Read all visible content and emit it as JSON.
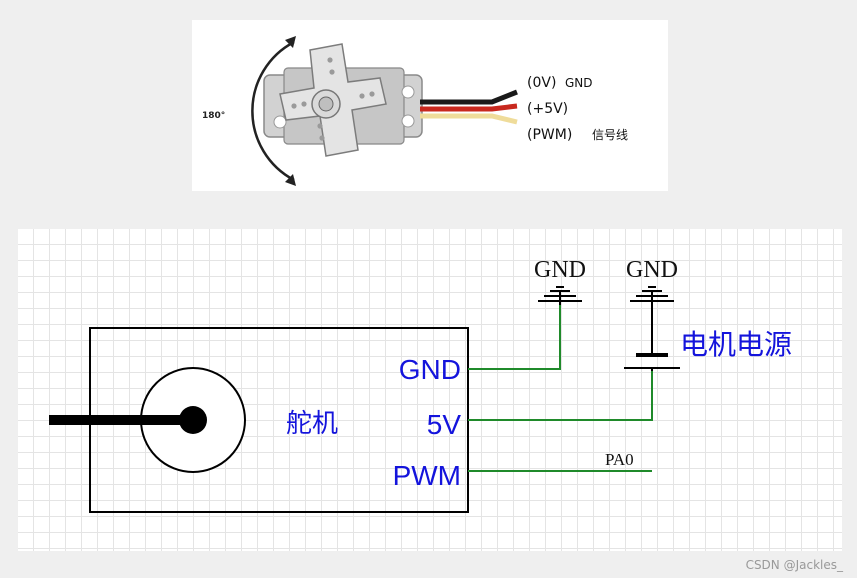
{
  "photo": {
    "angle_label": "180°",
    "wire_gnd_prefix": "(0V)",
    "wire_gnd_suffix": "GND",
    "wire_power": "(+5V)",
    "wire_signal_prefix": "(PWM)",
    "wire_signal_suffix": "信号线",
    "wire_colors": {
      "gnd": "#1a1a1a",
      "power": "#c8281e",
      "signal": "#efdc9a"
    }
  },
  "schematic": {
    "component_label": "舵机",
    "pins": {
      "gnd": "GND",
      "power": "5V",
      "signal": "PWM"
    },
    "ground_symbols": {
      "left": "GND",
      "right": "GND"
    },
    "power_supply_label": "电机电源",
    "net_label": "PA0",
    "colors": {
      "pin_text": "#1414dc",
      "wire": "#1f8a2a",
      "outline": "#000000"
    }
  },
  "watermark": "CSDN @Jackles_"
}
